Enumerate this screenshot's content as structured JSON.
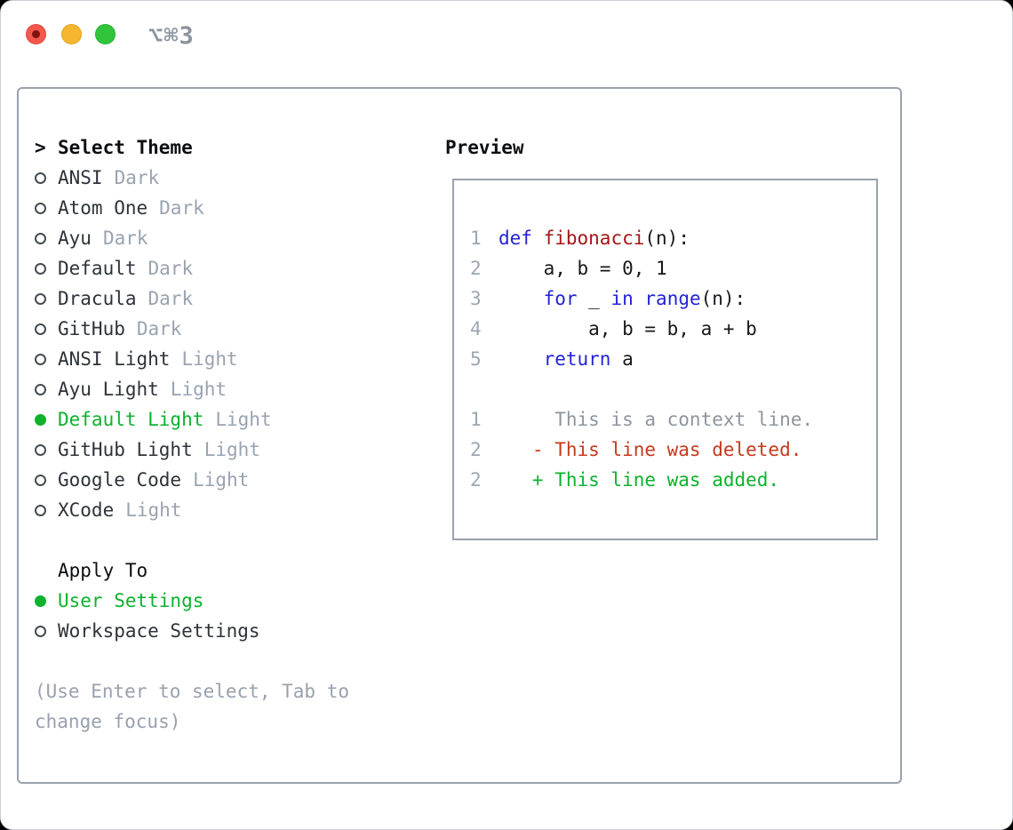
{
  "window": {
    "title": "⌥⌘3"
  },
  "theme_picker": {
    "prompt": ">",
    "title": "Select Theme",
    "themes": [
      {
        "label": "ANSI",
        "variant": "Dark",
        "selected": false
      },
      {
        "label": "Atom One",
        "variant": "Dark",
        "selected": false
      },
      {
        "label": "Ayu",
        "variant": "Dark",
        "selected": false
      },
      {
        "label": "Default",
        "variant": "Dark",
        "selected": false
      },
      {
        "label": "Dracula",
        "variant": "Dark",
        "selected": false
      },
      {
        "label": "GitHub",
        "variant": "Dark",
        "selected": false
      },
      {
        "label": "ANSI Light",
        "variant": "Light",
        "selected": false
      },
      {
        "label": "Ayu Light",
        "variant": "Light",
        "selected": false
      },
      {
        "label": "Default Light",
        "variant": "Light",
        "selected": true
      },
      {
        "label": "GitHub Light",
        "variant": "Light",
        "selected": false
      },
      {
        "label": "Google Code",
        "variant": "Light",
        "selected": false
      },
      {
        "label": "XCode",
        "variant": "Light",
        "selected": false
      }
    ]
  },
  "apply_to": {
    "title": "Apply To",
    "options": [
      {
        "label": "User Settings",
        "selected": true
      },
      {
        "label": "Workspace Settings",
        "selected": false
      }
    ]
  },
  "hint_lines": [
    "(Use Enter to select, Tab to",
    "change focus)"
  ],
  "preview": {
    "title": "Preview",
    "code_lines": [
      {
        "num": "1",
        "segments": [
          {
            "text": "def",
            "color": "keyword"
          },
          {
            "text": " "
          },
          {
            "text": "fibonacci",
            "color": "function"
          },
          {
            "text": "(n):"
          }
        ]
      },
      {
        "num": "2",
        "segments": [
          {
            "text": "    a, b = 0, 1"
          }
        ]
      },
      {
        "num": "3",
        "segments": [
          {
            "text": "    "
          },
          {
            "text": "for",
            "color": "keyword"
          },
          {
            "text": " _ "
          },
          {
            "text": "in",
            "color": "keyword"
          },
          {
            "text": " "
          },
          {
            "text": "range",
            "color": "keyword"
          },
          {
            "text": "(n):"
          }
        ]
      },
      {
        "num": "4",
        "segments": [
          {
            "text": "        a, b = b, a + b"
          }
        ]
      },
      {
        "num": "5",
        "segments": [
          {
            "text": "    "
          },
          {
            "text": "return",
            "color": "keyword"
          },
          {
            "text": " a"
          }
        ]
      },
      {
        "num": "",
        "segments": []
      },
      {
        "num": "1",
        "segments": [
          {
            "text": "     This is a context line.",
            "color": "context"
          }
        ]
      },
      {
        "num": "2",
        "segments": [
          {
            "text": "   - This line was deleted.",
            "color": "deleted"
          }
        ]
      },
      {
        "num": "2",
        "segments": [
          {
            "text": "   + This line was added.",
            "color": "added"
          }
        ]
      }
    ]
  },
  "colors": {
    "accent_green": "#0db22d",
    "keyword_blue": "#2323d5",
    "function_red": "#a31616",
    "deleted_red": "#c53a1f",
    "context_gray": "#8e959e",
    "line_number_gray": "#9ca6b2"
  },
  "icons": {
    "traffic_close": "close-button-icon",
    "traffic_minimize": "minimize-button-icon",
    "traffic_zoom": "zoom-button-icon",
    "radio_selected": "radio-selected-icon",
    "radio_unselected": "radio-unselected-icon"
  }
}
